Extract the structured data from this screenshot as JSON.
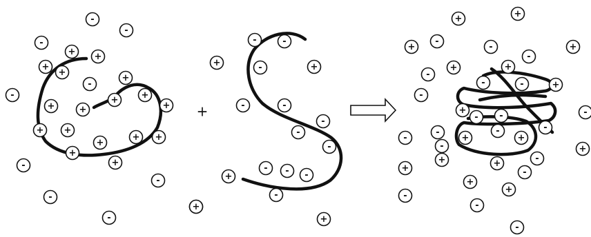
{
  "colors": {
    "stroke": "#111111",
    "background": "#ffffff"
  },
  "operators": {
    "plus": "+"
  },
  "ion_symbols": {
    "positive": "+",
    "negative": "-"
  },
  "panels": {
    "left": {
      "positive_ion_count": 17,
      "negative_ion_count": 10
    },
    "middle": {
      "positive_ion_count": 5,
      "negative_ion_count": 12
    },
    "right": {
      "positive_ion_count": 16,
      "negative_ion_count": 20
    }
  }
}
